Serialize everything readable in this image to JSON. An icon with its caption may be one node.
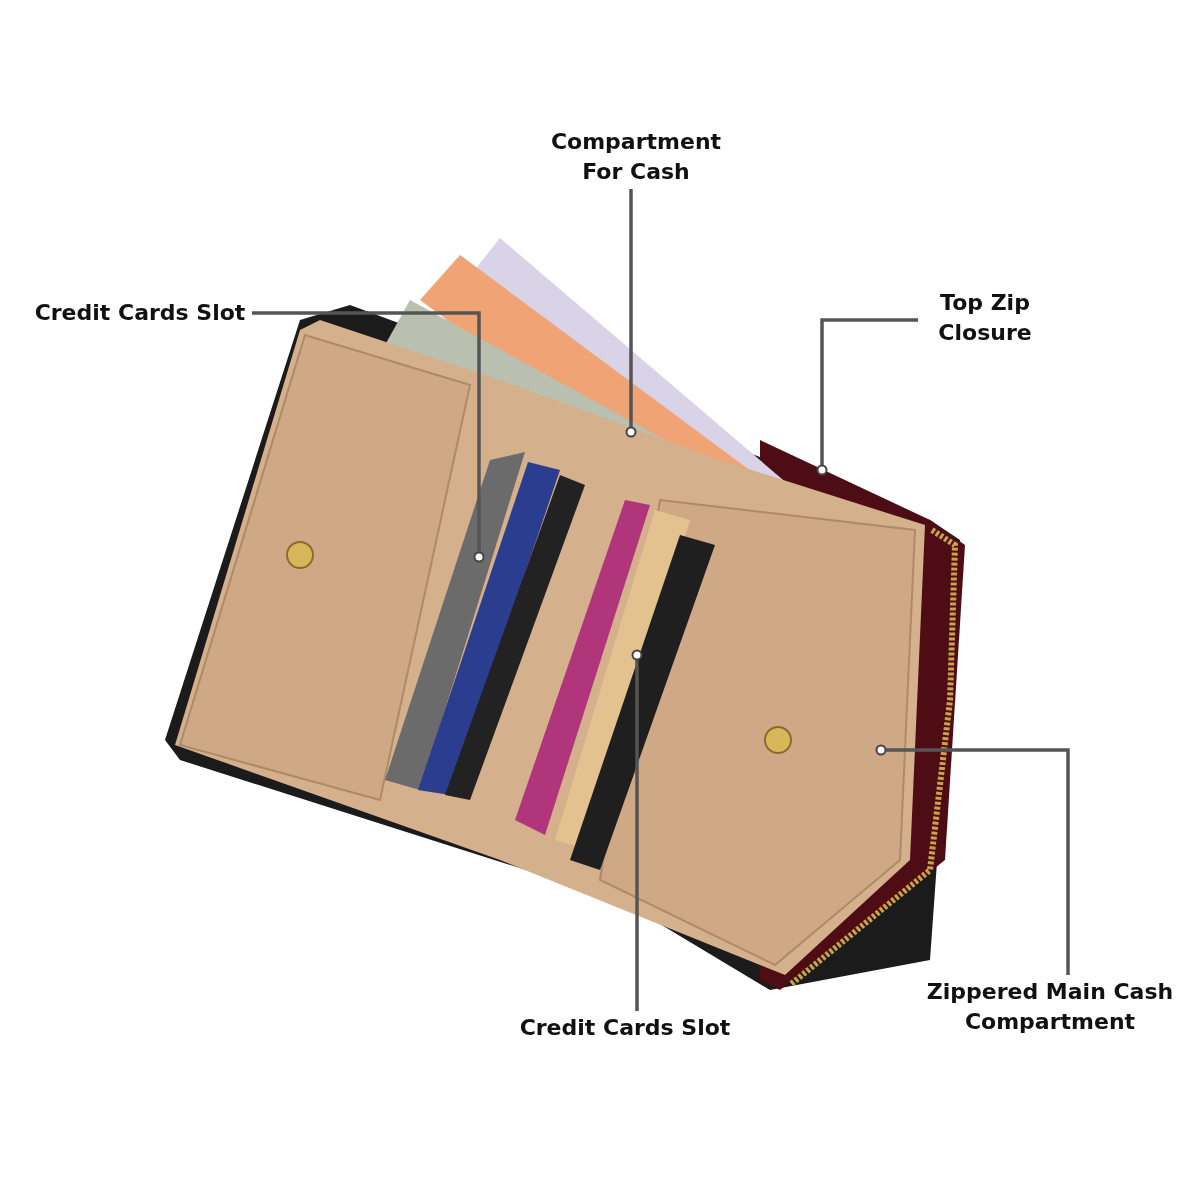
{
  "diagram": {
    "nodes": [
      {
        "text": [
          "Compartment For Cash"
        ]
      },
      {
        "text": [
          "Credit Cards Slot"
        ]
      },
      {
        "text": [
          "Top Zip Closure"
        ]
      },
      {
        "text": [
          "Zippered Main Cash Compartment"
        ]
      },
      {
        "text": [
          "Credit Cards Slot"
        ]
      }
    ],
    "edges": [
      {
        "from": 0,
        "to": null,
        "arrow": "other"
      },
      {
        "from": 1,
        "to": null,
        "arrow": "other"
      },
      {
        "from": 2,
        "to": null,
        "arrow": "other"
      },
      {
        "from": 3,
        "to": null,
        "arrow": "other"
      },
      {
        "from": 4,
        "to": null,
        "arrow": "other"
      }
    ]
  }
}
